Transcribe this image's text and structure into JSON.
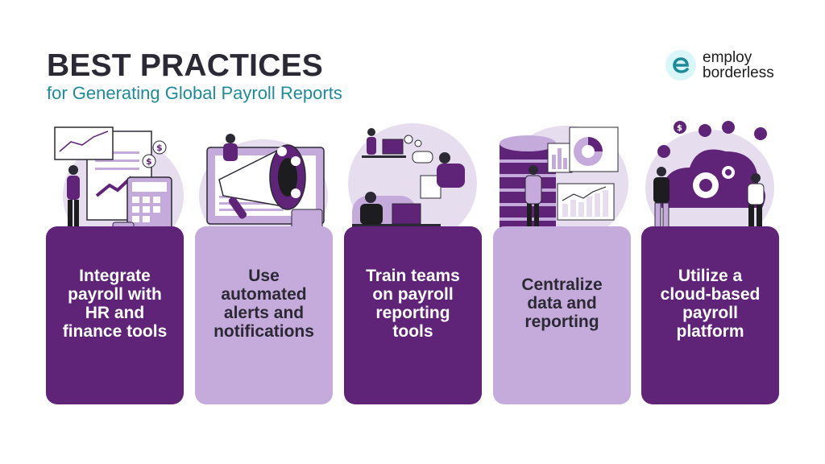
{
  "header": {
    "title": "BEST PRACTICES",
    "subtitle": "for Generating Global Payroll Reports"
  },
  "logo": {
    "line1": "employ",
    "line2": "borderless",
    "mark_color": "#1f8a9a",
    "mark_bg": "#d9f6f8"
  },
  "colors": {
    "dark_purple": "#5f2478",
    "light_purple": "#c5abdc",
    "title_text": "#2b2933",
    "subtitle_text": "#1f8a9a"
  },
  "practices": [
    {
      "label": "Integrate payroll with HR and finance tools",
      "lines": [
        "Integrate",
        "payroll with",
        "HR and",
        "finance tools"
      ],
      "style": "dark",
      "illustration": "analytics-calculator-illustration"
    },
    {
      "label": "Use automated alerts and notifications",
      "lines": [
        "Use",
        "automated",
        "alerts and",
        "notifications"
      ],
      "style": "light",
      "illustration": "megaphone-alerts-illustration"
    },
    {
      "label": "Train teams on payroll reporting tools",
      "lines": [
        "Train teams",
        "on payroll",
        "reporting",
        "tools"
      ],
      "style": "dark",
      "illustration": "team-training-illustration"
    },
    {
      "label": "Centralize data and reporting",
      "lines": [
        "Centralize",
        "data and",
        "reporting"
      ],
      "style": "light",
      "illustration": "database-charts-illustration"
    },
    {
      "label": "Utilize a cloud-based payroll platform",
      "lines": [
        "Utilize a",
        "cloud-based",
        "payroll",
        "platform"
      ],
      "style": "dark",
      "illustration": "cloud-platform-illustration"
    }
  ]
}
